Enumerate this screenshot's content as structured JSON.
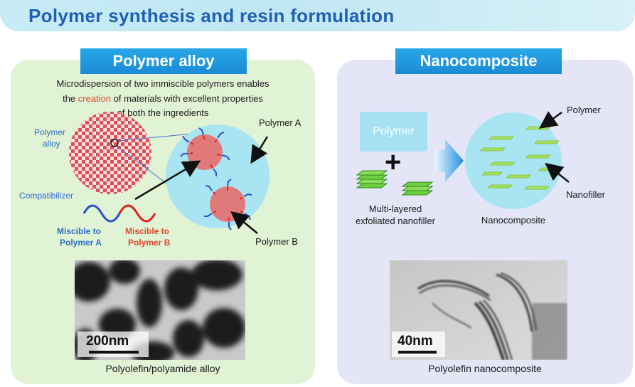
{
  "title": "Polymer synthesis and resin formulation",
  "left": {
    "header": "Polymer alloy",
    "description_line1": "Microdispersion of two immiscible polymers enables",
    "description_line2_pre": "the ",
    "description_line2_highlight": "creation",
    "description_line2_post": " of materials with excellent properties",
    "description_line3": "of both the ingredients",
    "label_polymer_alloy_1": "Polymer",
    "label_polymer_alloy_2": "alloy",
    "label_compatibilizer": "Compatibilizer",
    "label_miscible_a_1": "Miscible to",
    "label_miscible_a_2": "Polymer A",
    "label_miscible_b_1": "Miscible to",
    "label_miscible_b_2": "Polymer B",
    "label_polymer_a": "Polymer A",
    "label_polymer_b": "Polymer B",
    "scale_bar": "200nm",
    "caption": "Polyolefin/polyamide alloy"
  },
  "right": {
    "header": "Nanocomposite",
    "box_polymer": "Polymer",
    "plus": "+",
    "label_filler_1": "Multi-layered",
    "label_filler_2": "exfoliated nanofiller",
    "label_polymer": "Polymer",
    "label_nanofiller": "Nanofiller",
    "label_nanocomposite": "Nanocomposite",
    "scale_bar": "40nm",
    "caption": "Polyolefin nanocomposite"
  },
  "colors": {
    "title": "#1f5fb6",
    "header_bg": "#1f96df",
    "left_panel": "#e0f3d5",
    "right_panel": "#e4e6f7",
    "highlight": "#e0452a",
    "circle_fill": "#a8e4f2",
    "nanofiller": "#a8e05a"
  }
}
